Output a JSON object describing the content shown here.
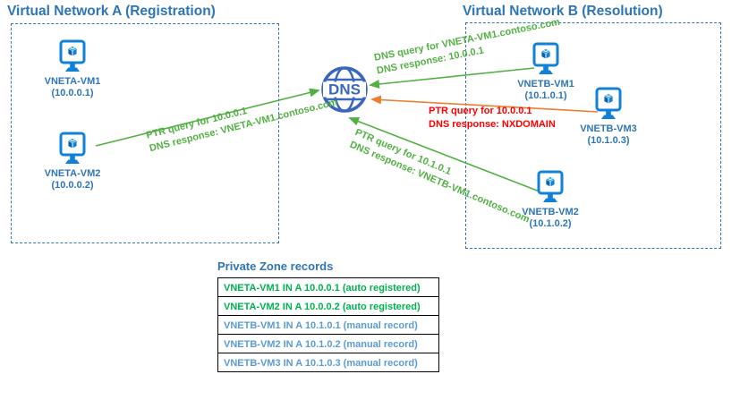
{
  "diagram": {
    "network_a": {
      "title": "Virtual Network A (Registration)",
      "vms": [
        {
          "name": "VNETA-VM1",
          "ip": "(10.0.0.1)"
        },
        {
          "name": "VNETA-VM2",
          "ip": "(10.0.0.2)"
        }
      ]
    },
    "network_b": {
      "title": "Virtual Network B (Resolution)",
      "vms": [
        {
          "name": "VNETB-VM1",
          "ip": "(10.1.0.1)"
        },
        {
          "name": "VNETB-VM3",
          "ip": "(10.1.0.3)"
        },
        {
          "name": "VNETB-VM2",
          "ip": "(10.1.0.2)"
        }
      ]
    },
    "dns_server": {
      "label": "DNS"
    },
    "arrows": [
      {
        "from": "VNETA-VM2",
        "to": "DNS",
        "status": "success",
        "line1": "PTR query for 10.0.0.1",
        "line2": "DNS response: VNETA-VM1.contoso.com"
      },
      {
        "from": "VNETB-VM1",
        "to": "DNS",
        "status": "success",
        "line1": "DNS query for VNETA-VM1.contoso.com",
        "line2": "DNS response: 10.0.0.1"
      },
      {
        "from": "VNETB-VM3",
        "to": "DNS",
        "status": "failure",
        "line1": "PTR query for 10.0.0.1",
        "line2": "DNS response: NXDOMAIN"
      },
      {
        "from": "VNETB-VM2",
        "to": "DNS",
        "status": "success",
        "line1": "PTR query for 10.1.0.1",
        "line2": "DNS response: VNETB-VM1.contoso.com"
      }
    ],
    "records_table": {
      "title": "Private Zone records",
      "rows": [
        {
          "text": "VNETA-VM1 IN A 10.0.0.1 (auto registered)",
          "type": "auto"
        },
        {
          "text": "VNETA-VM2 IN A 10.0.0.2 (auto registered)",
          "type": "auto"
        },
        {
          "text": "VNETB-VM1 IN A 10.1.0.1 (manual record)",
          "type": "manual"
        },
        {
          "text": "VNETB-VM2 IN A 10.1.0.2 (manual record)",
          "type": "manual"
        },
        {
          "text": "VNETB-VM3 IN A 10.1.0.3 (manual record)",
          "type": "manual"
        }
      ]
    },
    "colors": {
      "heading_blue": "#2E75B6",
      "vm_icon_blue": "#1081D9",
      "globe_blue": "#3A66BE",
      "success_green": "#52B043",
      "auto_record_green": "#00B050",
      "manual_record_blue": "#5B9BD5",
      "failure_orange": "#ED7D31",
      "failure_text_red": "#FF0000"
    }
  }
}
